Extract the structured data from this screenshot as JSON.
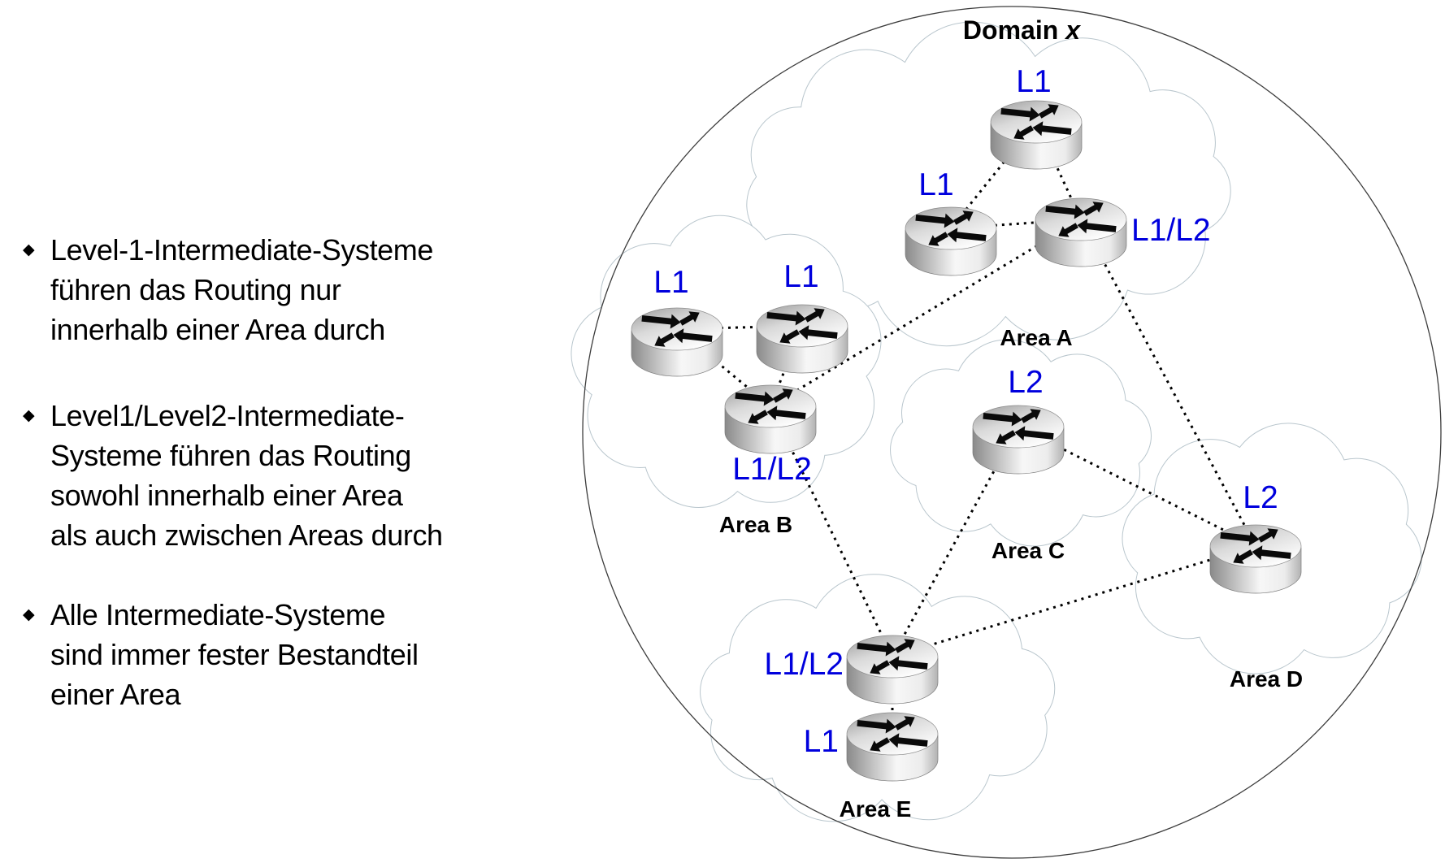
{
  "slide": {
    "bullets": [
      {
        "marker": "◆",
        "text": "Level-1-Intermediate-Systeme\nführen das Routing nur\ninnerhalb einer Area durch"
      },
      {
        "marker": "◆",
        "text": "Level1/Level2-Intermediate-\nSysteme führen das Routing\nsowohl innerhalb einer Area\nals auch zwischen Areas durch"
      },
      {
        "marker": "◆",
        "text": "Alle Intermediate-Systeme\nsind immer fester Bestandteil\neiner Area"
      }
    ]
  },
  "diagram": {
    "domain": {
      "name": "Domain",
      "variable": "x"
    },
    "areas": [
      {
        "id": "A",
        "label": "Area A"
      },
      {
        "id": "B",
        "label": "Area B"
      },
      {
        "id": "C",
        "label": "Area C"
      },
      {
        "id": "D",
        "label": "Area D"
      },
      {
        "id": "E",
        "label": "Area E"
      }
    ],
    "routers": [
      {
        "id": "a1",
        "area": "A",
        "level": "L1"
      },
      {
        "id": "a2",
        "area": "A",
        "level": "L1"
      },
      {
        "id": "a3",
        "area": "A",
        "level": "L1/L2"
      },
      {
        "id": "b1",
        "area": "B",
        "level": "L1"
      },
      {
        "id": "b2",
        "area": "B",
        "level": "L1"
      },
      {
        "id": "b3",
        "area": "B",
        "level": "L1/L2"
      },
      {
        "id": "c1",
        "area": "C",
        "level": "L2"
      },
      {
        "id": "d1",
        "area": "D",
        "level": "L2"
      },
      {
        "id": "e1",
        "area": "E",
        "level": "L1/L2"
      },
      {
        "id": "e2",
        "area": "E",
        "level": "L1"
      }
    ],
    "links": [
      [
        "a1",
        "a2"
      ],
      [
        "a1",
        "a3"
      ],
      [
        "a2",
        "a3"
      ],
      [
        "a3",
        "b3"
      ],
      [
        "a3",
        "d1"
      ],
      [
        "b1",
        "b2"
      ],
      [
        "b1",
        "b3"
      ],
      [
        "b2",
        "b3"
      ],
      [
        "b3",
        "e1"
      ],
      [
        "c1",
        "e1"
      ],
      [
        "c1",
        "d1"
      ],
      [
        "e1",
        "d1"
      ],
      [
        "e1",
        "e2"
      ]
    ],
    "colors": {
      "router_label": "#0000dd",
      "area_label": "#000000",
      "cloud_stroke": "#b9c6cd",
      "domain_stroke": "#3c3c3c",
      "link": "#000000"
    }
  }
}
